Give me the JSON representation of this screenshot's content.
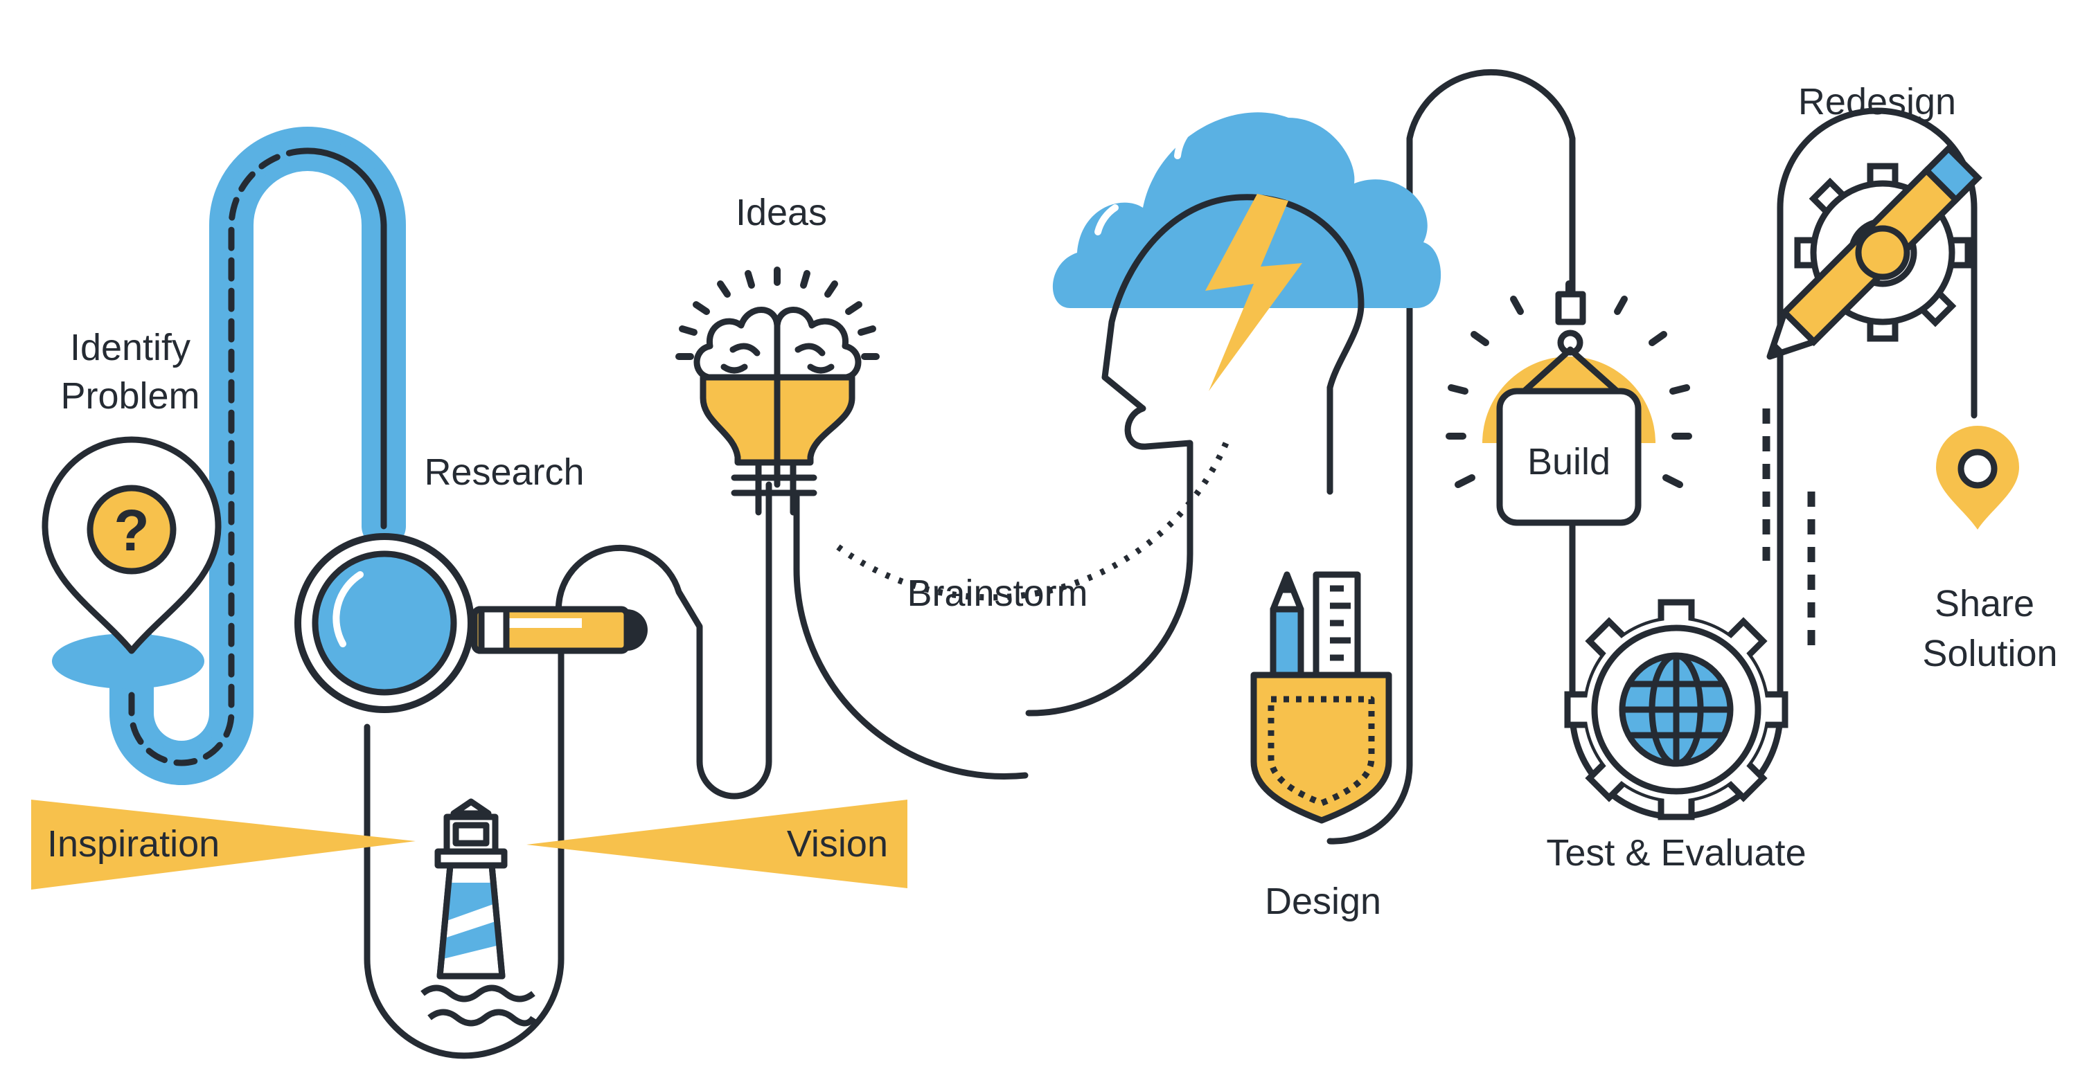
{
  "diagram": {
    "steps": {
      "identify_problem": {
        "line1": "Identify",
        "line2": "Problem",
        "icon": "location-pin-question-icon"
      },
      "research": {
        "label": "Research",
        "icon": "magnifying-glass-icon"
      },
      "ideas": {
        "label": "Ideas",
        "icon": "lightbulb-brain-icon"
      },
      "brainstorm": {
        "label": "Brainstorm",
        "icon": "head-cloud-lightning-icon"
      },
      "design": {
        "label": "Design",
        "icon": "pocket-pencil-ruler-icon"
      },
      "build": {
        "label": "Build",
        "icon": "hanging-sign-icon"
      },
      "test_evaluate": {
        "label": "Test & Evaluate",
        "icon": "gear-globe-icon"
      },
      "redesign": {
        "label": "Redesign",
        "icon": "gear-pencil-icon"
      },
      "share_solution": {
        "line1": "Share",
        "line2": "Solution",
        "icon": "location-pin-icon"
      }
    },
    "beams": {
      "inspiration": {
        "label": "Inspiration",
        "icon": "lighthouse-icon"
      },
      "vision": {
        "label": "Vision"
      }
    }
  },
  "colors": {
    "outline": "#252b33",
    "blue": "#5ab1e3",
    "yellow": "#f7c14c",
    "background": "#ffffff"
  }
}
